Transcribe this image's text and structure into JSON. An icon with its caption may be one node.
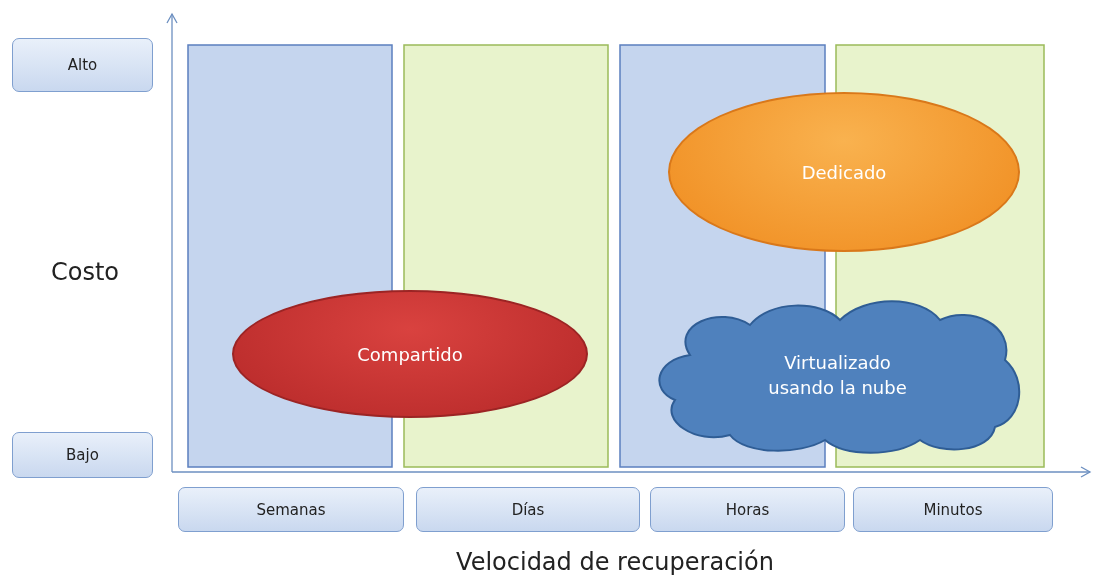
{
  "diagram": {
    "nodes": [
      {
        "text": [
          "Alto"
        ]
      },
      {
        "text": [
          "Dedicado"
        ]
      },
      {
        "text": [
          "Compartido"
        ]
      },
      {
        "text": [
          "Virtualizado usando la nube"
        ]
      },
      {
        "text": [
          "Bajo"
        ]
      },
      {
        "text": [
          "Semanas"
        ]
      },
      {
        "text": [
          "Días"
        ]
      },
      {
        "text": [
          "Horas"
        ]
      },
      {
        "text": [
          "Minutos"
        ]
      }
    ],
    "edges": [],
    "labels": [
      "Costo",
      "Velocidad de recuperación"
    ]
  }
}
